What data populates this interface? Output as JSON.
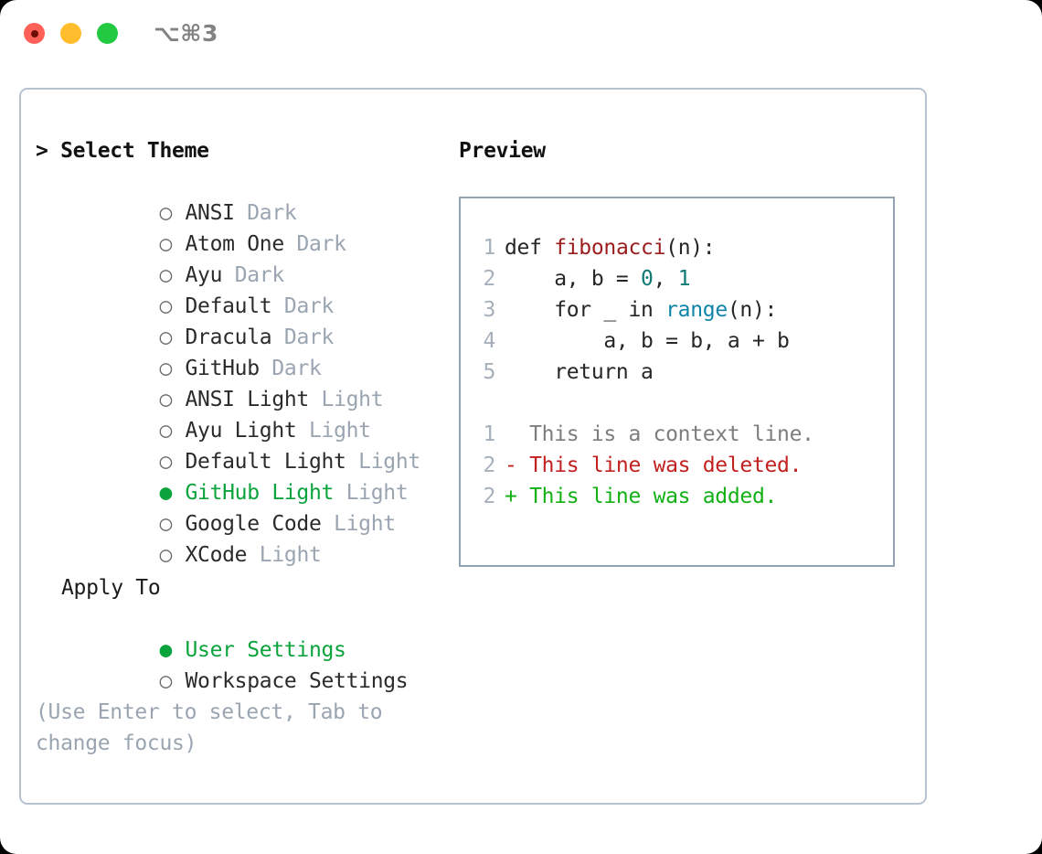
{
  "titlebar": {
    "shortcut": "⌥⌘3",
    "buttons": [
      {
        "name": "close",
        "color": "#ff6057"
      },
      {
        "name": "minimize",
        "color": "#ffbd2e"
      },
      {
        "name": "zoom",
        "color": "#23c940"
      }
    ]
  },
  "theme_picker": {
    "header": "> Select Theme",
    "items": [
      {
        "marker": "○",
        "label": "ANSI",
        "suffix": "Dark",
        "selected": false
      },
      {
        "marker": "○",
        "label": "Atom One",
        "suffix": "Dark",
        "selected": false
      },
      {
        "marker": "○",
        "label": "Ayu",
        "suffix": "Dark",
        "selected": false
      },
      {
        "marker": "○",
        "label": "Default",
        "suffix": "Dark",
        "selected": false
      },
      {
        "marker": "○",
        "label": "Dracula",
        "suffix": "Dark",
        "selected": false
      },
      {
        "marker": "○",
        "label": "GitHub",
        "suffix": "Dark",
        "selected": false
      },
      {
        "marker": "○",
        "label": "ANSI Light",
        "suffix": "Light",
        "selected": false
      },
      {
        "marker": "○",
        "label": "Ayu Light",
        "suffix": "Light",
        "selected": false
      },
      {
        "marker": "○",
        "label": "Default Light",
        "suffix": "Light",
        "selected": false
      },
      {
        "marker": "●",
        "label": "GitHub Light",
        "suffix": "Light",
        "selected": true
      },
      {
        "marker": "○",
        "label": "Google Code",
        "suffix": "Light",
        "selected": false
      },
      {
        "marker": "○",
        "label": "XCode",
        "suffix": "Light",
        "selected": false
      }
    ]
  },
  "apply_to": {
    "header": "Apply To",
    "items": [
      {
        "marker": "●",
        "label": "User Settings",
        "selected": true
      },
      {
        "marker": "○",
        "label": "Workspace Settings",
        "selected": false
      }
    ]
  },
  "hint": {
    "line1": "(Use Enter to select, Tab to",
    "line2": "change focus)"
  },
  "preview": {
    "title": "Preview",
    "code_lines": [
      {
        "num": "1",
        "pre": "def ",
        "fn": "fibonacci",
        "post": "(n):"
      },
      {
        "num": "2",
        "pre": "    a, b = ",
        "num1": "0",
        "mid": ", ",
        "num2": "1",
        "post": ""
      },
      {
        "num": "3",
        "pre": "    for _ in ",
        "call": "range",
        "post": "(n):"
      },
      {
        "num": "4",
        "pre": "        a, b = b, a + b",
        "post": ""
      },
      {
        "num": "5",
        "pre": "    return a",
        "post": ""
      }
    ],
    "diff_lines": [
      {
        "num": "1",
        "text": "  This is a context line.",
        "kind": "context"
      },
      {
        "num": "2",
        "text": "- This line was deleted.",
        "kind": "deleted"
      },
      {
        "num": "2",
        "text": "+ This line was added.",
        "kind": "added"
      }
    ]
  },
  "colors": {
    "accent_green": "#0ba33c",
    "muted": "#9aa5b1",
    "panel_border": "#b7c2cf",
    "preview_border": "#94a3b3",
    "fn_red": "#9b1c1c",
    "num_teal": "#0d7a74",
    "call_blue": "#0f84a8",
    "diff_del": "#c32020",
    "diff_add": "#12b014"
  }
}
